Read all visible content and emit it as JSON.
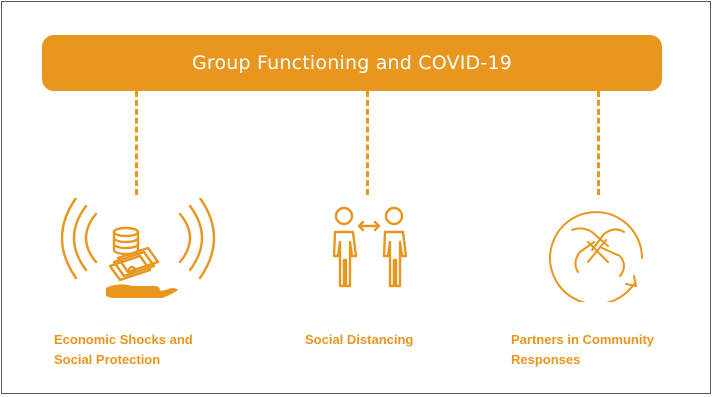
{
  "colors": {
    "accent": "#E8961E",
    "border": "#5a5a5a",
    "background": "#ffffff"
  },
  "banner": {
    "title": "Group Functioning and COVID-19"
  },
  "items": [
    {
      "icon": "money-hand-signal-icon",
      "line1": "Economic Shocks and",
      "line2": "Social Protection"
    },
    {
      "icon": "two-people-distance-icon",
      "line1": "Social Distancing",
      "line2": ""
    },
    {
      "icon": "joined-hands-circle-icon",
      "line1": "Partners in Community",
      "line2": "Responses"
    }
  ]
}
